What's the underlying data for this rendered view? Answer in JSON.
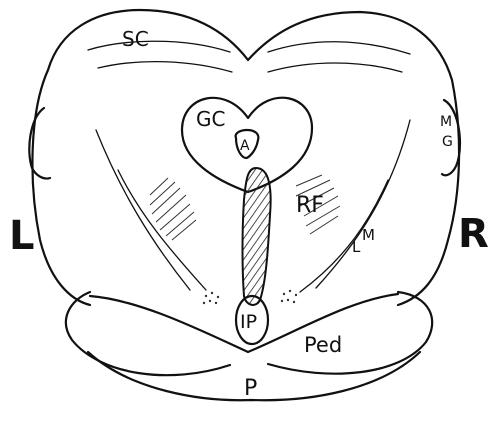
{
  "diagram": {
    "side_labels": {
      "left": "L",
      "right": "R"
    },
    "regions": {
      "sc": "SC",
      "gc": "GC",
      "a": "A",
      "mg_top": "M",
      "mg_bottom": "G",
      "rf": "RF",
      "lm_l": "L",
      "lm_m": "M",
      "ip": "IP",
      "ped": "Ped",
      "p": "P"
    },
    "colors": {
      "ink": "#111111",
      "background": "#ffffff"
    }
  }
}
